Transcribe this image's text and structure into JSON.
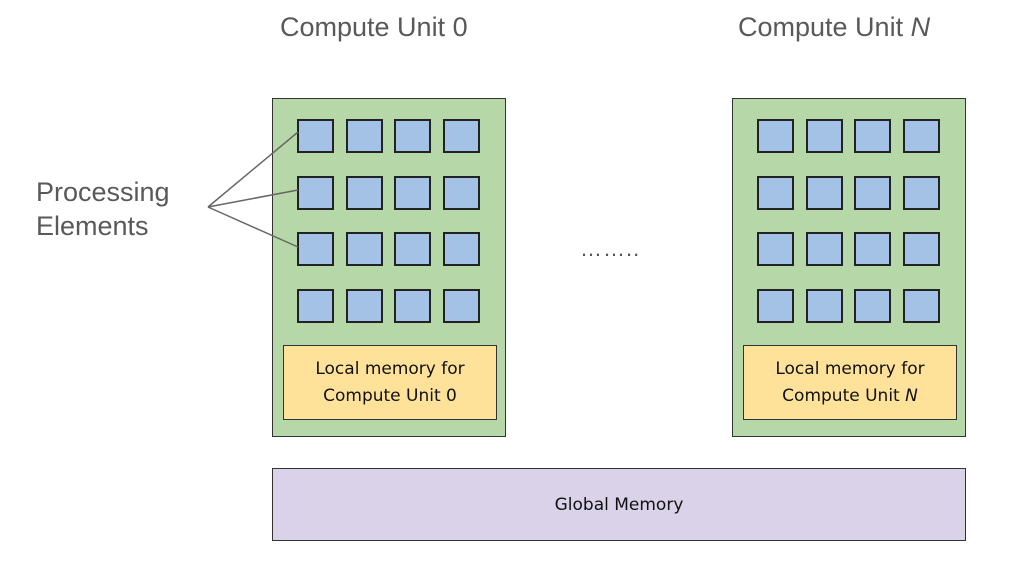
{
  "compute_units": [
    {
      "title_prefix": "Compute Unit ",
      "title_suffix": "0",
      "suffix_italic": false,
      "local_memory_line1": "Local memory for",
      "local_memory_line2_prefix": "Compute Unit ",
      "local_memory_line2_suffix": "0"
    },
    {
      "title_prefix": "Compute Unit ",
      "title_suffix": "N",
      "suffix_italic": true,
      "local_memory_line1": "Local memory for",
      "local_memory_line2_prefix": "Compute Unit ",
      "local_memory_line2_suffix": "N"
    }
  ],
  "processing_elements_grid": {
    "rows": 4,
    "cols": 4
  },
  "processing_elements_label": {
    "line1": "Processing",
    "line2": "Elements"
  },
  "ellipsis": "……..",
  "global_memory_label": "Global Memory",
  "colors": {
    "compute_unit_fill": "#b6d7a8",
    "processing_element_fill": "#a4c2e6",
    "local_memory_fill": "#ffe29a",
    "global_memory_fill": "#d9d2e9",
    "label_text": "#595959"
  }
}
